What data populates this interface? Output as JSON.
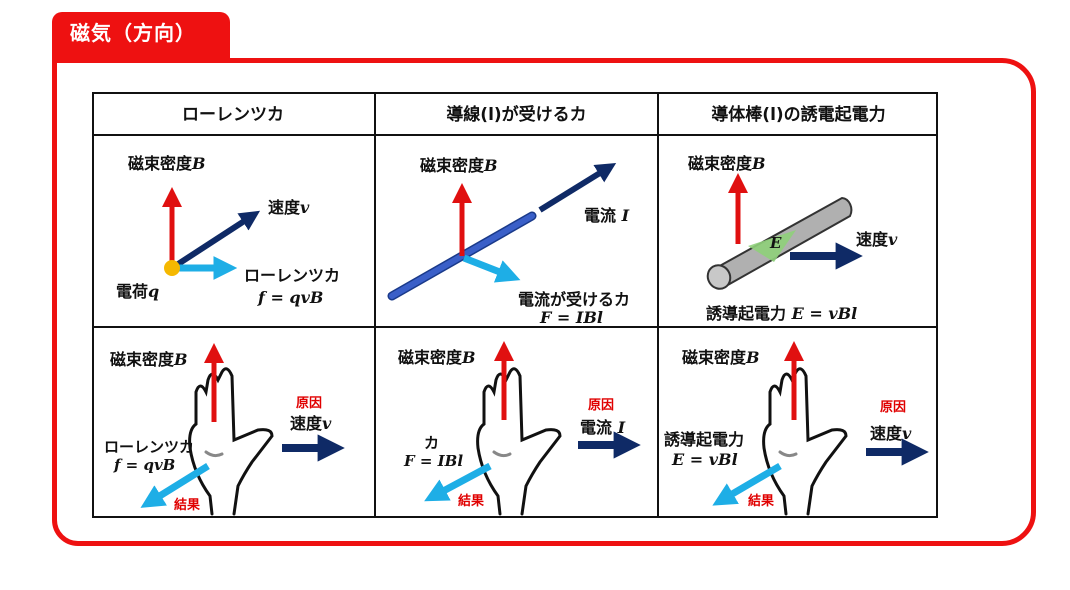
{
  "tab": {
    "title": "磁気（方向）"
  },
  "headers": [
    "ローレンツカ",
    "導線(l)が受けるカ",
    "導体棒(l)の誘電起電力"
  ],
  "top": {
    "lorentz": {
      "b_label": "磁束密度",
      "b_sym": "B",
      "v_label": "速度",
      "v_sym": "v",
      "q_label": "電荷",
      "q_sym": "q",
      "f_label": "ローレンツカ",
      "f_formula": "f = qvB"
    },
    "wire": {
      "b_label": "磁束密度",
      "b_sym": "B",
      "i_label": "電流",
      "i_sym": "I",
      "f_label": "電流が受けるカ",
      "f_formula": "F = IBl"
    },
    "rod": {
      "b_label": "磁束密度",
      "b_sym": "B",
      "v_label": "速度",
      "v_sym": "v",
      "e_sym": "E",
      "emf_label": "誘導起電力",
      "emf_formula": "E = vBl"
    }
  },
  "bottom": {
    "lorentz": {
      "b_label": "磁束密度",
      "b_sym": "B",
      "cause": "原因",
      "cause_label": "速度",
      "cause_sym": "v",
      "f_label": "ローレンツカ",
      "f_formula": "f = qvB",
      "result": "結果"
    },
    "wire": {
      "b_label": "磁束密度",
      "b_sym": "B",
      "cause": "原因",
      "cause_label": "電流",
      "cause_sym": "I",
      "f_label": "カ",
      "f_formula": "F = IBl",
      "result": "結果"
    },
    "rod": {
      "b_label": "磁束密度",
      "b_sym": "B",
      "cause": "原因",
      "cause_label": "速度",
      "cause_sym": "v",
      "f_label": "誘導起電力",
      "f_formula": "E = vBl",
      "result": "結果"
    }
  },
  "colors": {
    "frame": "#ee1111",
    "b_arrow": "#e01010",
    "v_arrow": "#0f2a66",
    "force_arrow": "#1eaee6",
    "wire": "#3a5fc8",
    "charge": "#f5b800",
    "rod": "#b0b0b0",
    "emf": "#8fd07a"
  }
}
